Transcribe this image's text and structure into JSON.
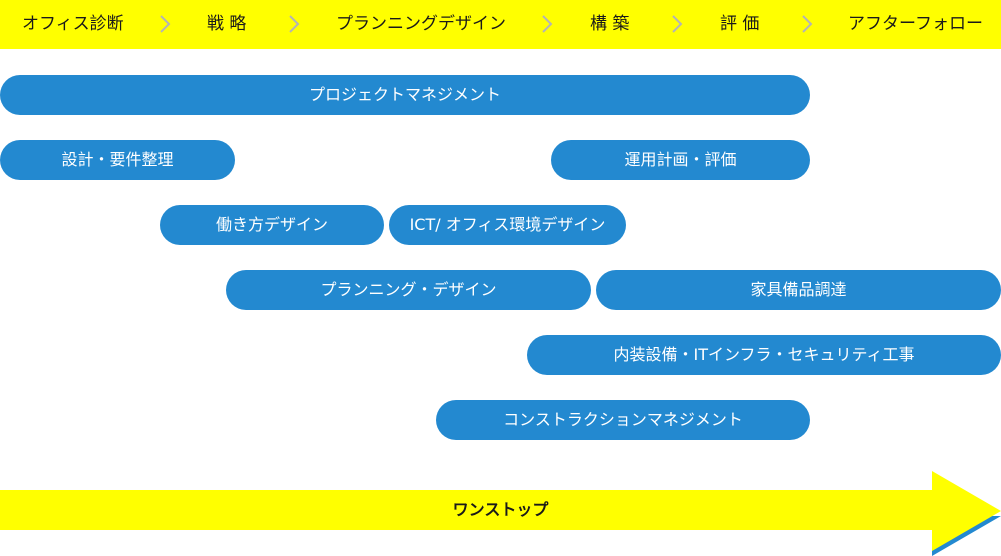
{
  "phases": {
    "p0": "オフィス診断",
    "p1": "戦 略",
    "p2": "プランニングデザイン",
    "p3": "構 築",
    "p4": "評 価",
    "p5": "アフターフォロー"
  },
  "services": {
    "project_management": "プロジェクトマネジメント",
    "design_requirements": "設計・要件整理",
    "operation_plan": "運用計画・評価",
    "workstyle_design": "働き方デザイン",
    "ict_office_design": "ICT/ オフィス環境デザイン",
    "planning_design": "プランニング・デザイン",
    "furniture_procurement": "家具備品調達",
    "interior_works": "内装設備・ITインフラ・セキュリティ工事",
    "construction_management": "コンストラクションマネジメント"
  },
  "one_stop": "ワンストップ",
  "colors": {
    "band": "#ffff00",
    "pill": "#2389d0",
    "chevron": "#b4b4b4",
    "arrow_stripe": "#2389d0"
  }
}
